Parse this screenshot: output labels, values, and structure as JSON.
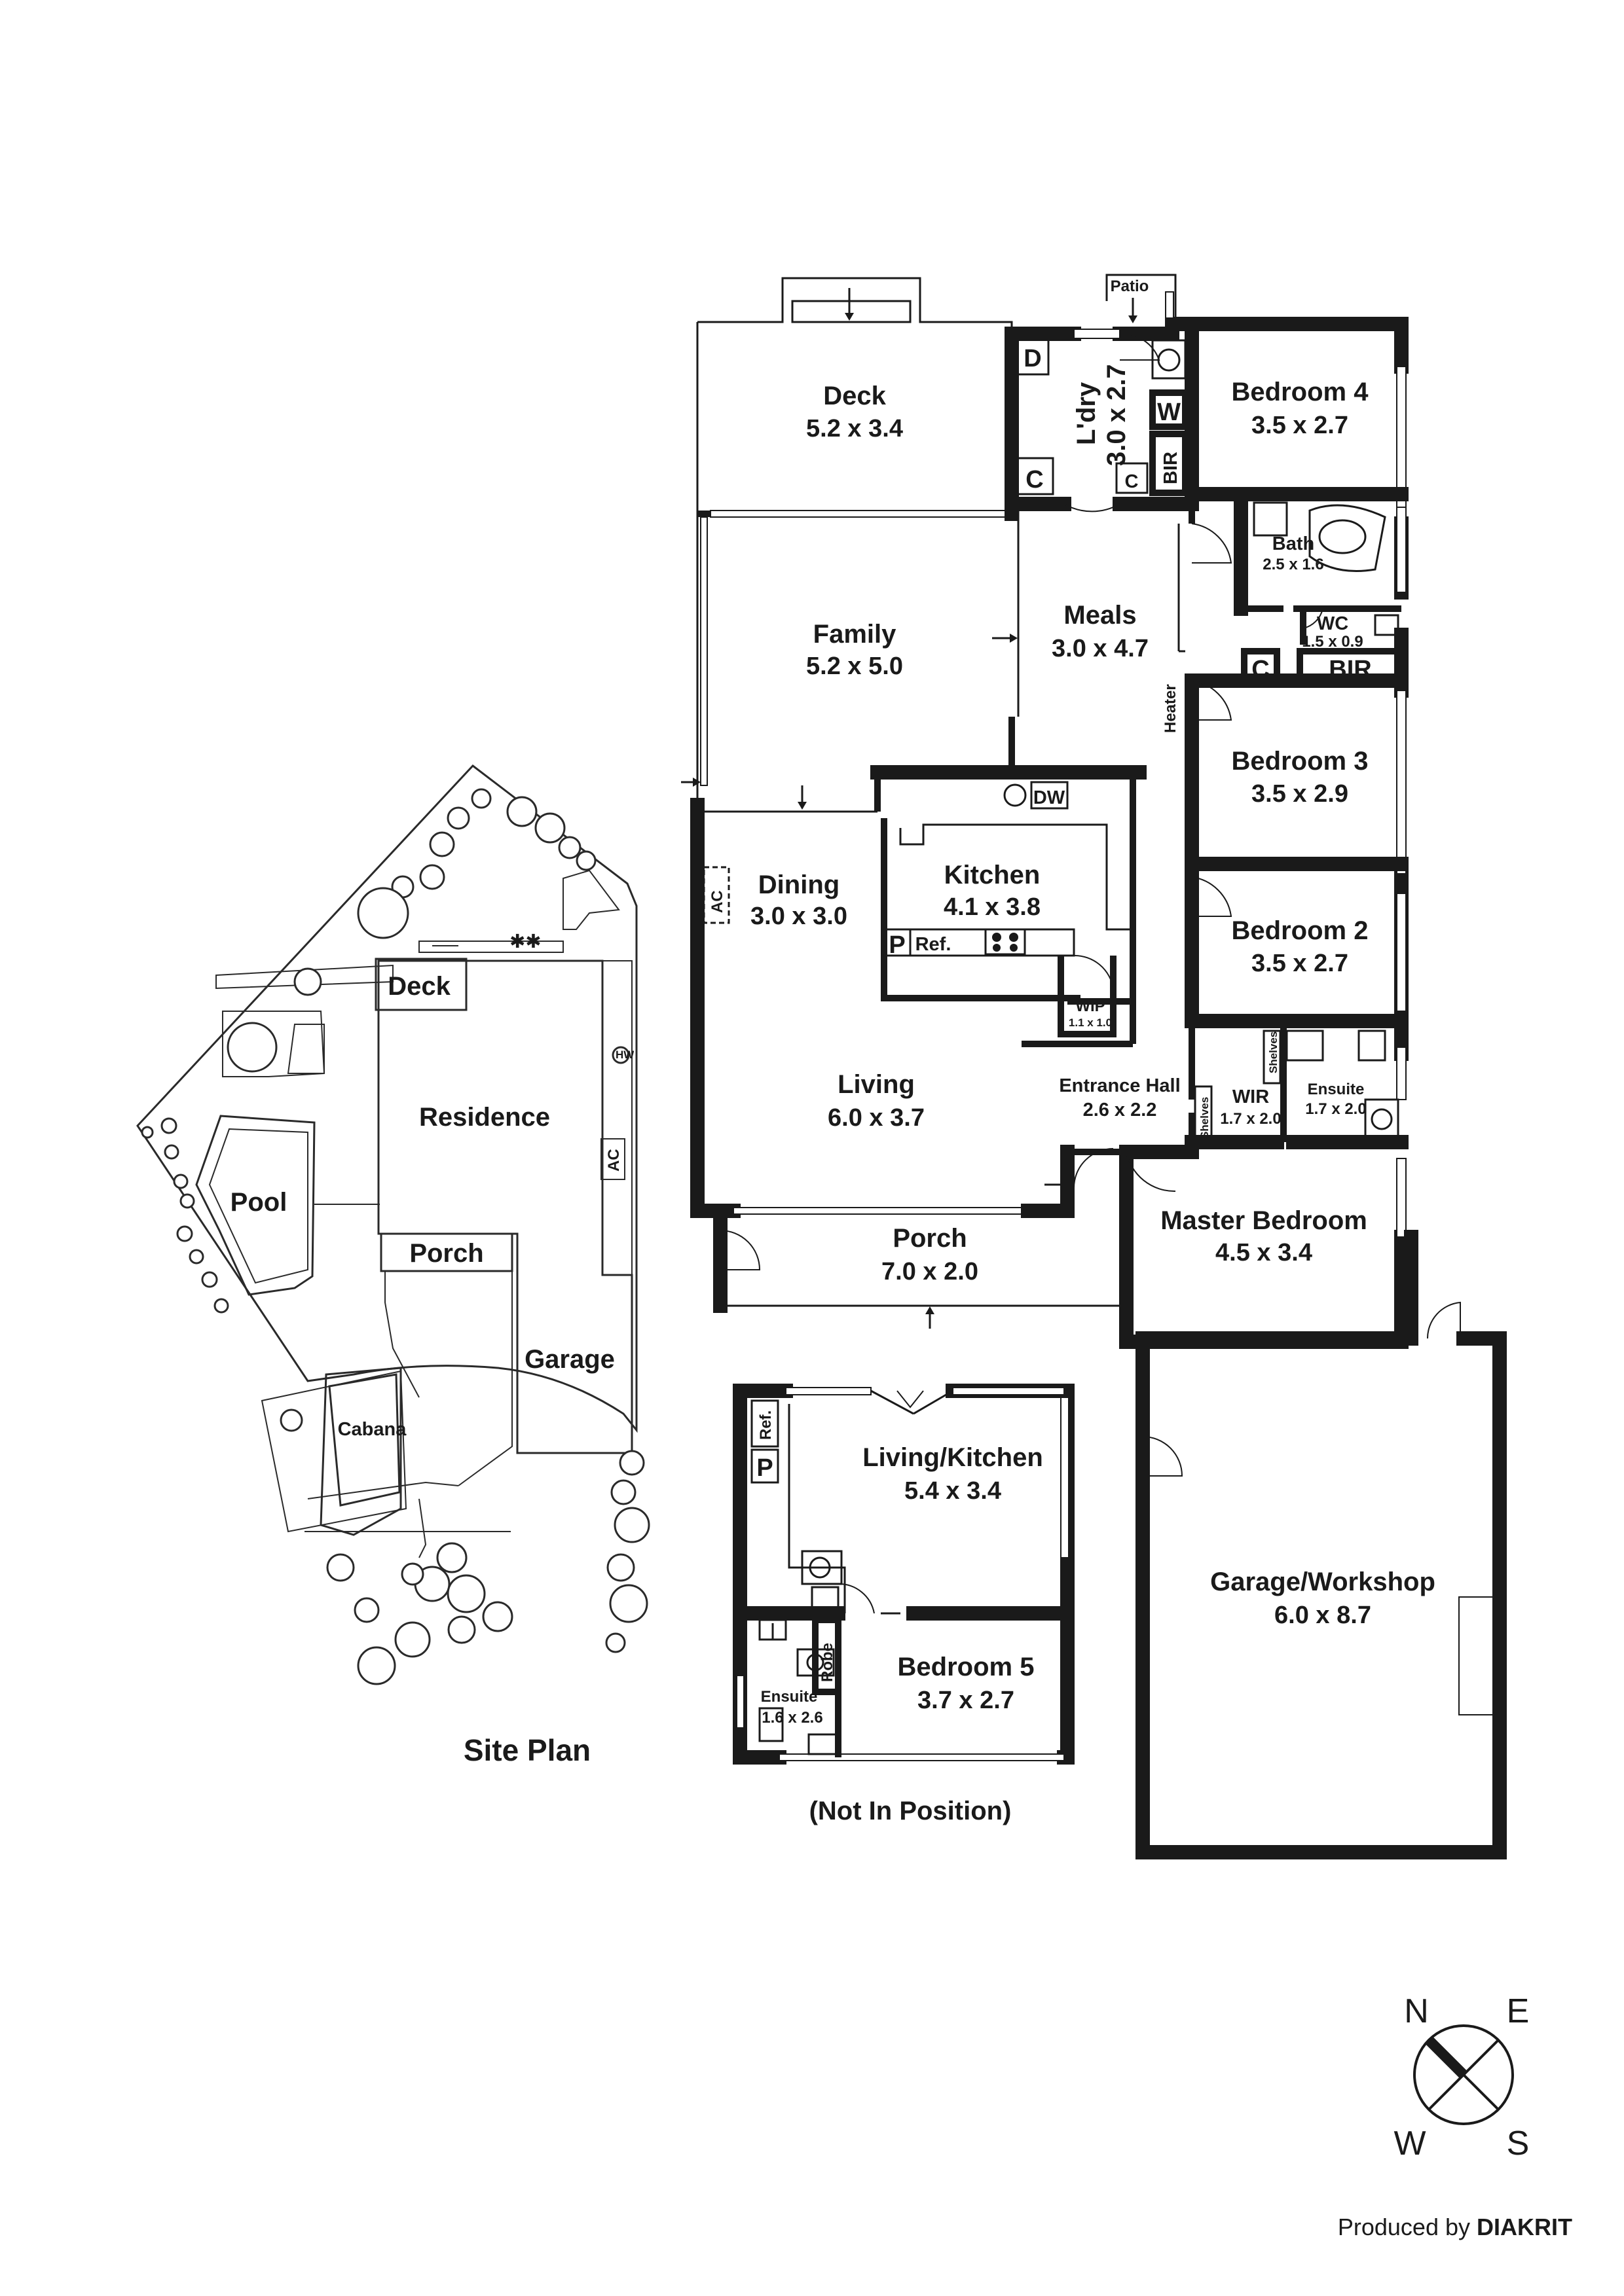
{
  "site_plan": {
    "title": "Site Plan",
    "labels": {
      "deck": "Deck",
      "residence": "Residence",
      "pool": "Pool",
      "porch": "Porch",
      "garage": "Garage",
      "cabana": "Cabana",
      "hw": "HW",
      "ac": "AC"
    }
  },
  "main_house": {
    "patio": "Patio",
    "rooms": {
      "deck": {
        "name": "Deck",
        "size": "5.2 x 3.4"
      },
      "laundry": {
        "name": "L'dry",
        "size": "3.0 x 2.7"
      },
      "bedroom4": {
        "name": "Bedroom 4",
        "size": "3.5 x 2.7"
      },
      "bath": {
        "name": "Bath",
        "size": "2.5 x 1.6"
      },
      "wc": {
        "name": "WC",
        "size": "1.5 x 0.9"
      },
      "family": {
        "name": "Family",
        "size": "5.2 x 5.0"
      },
      "meals": {
        "name": "Meals",
        "size": "3.0 x 4.7"
      },
      "bedroom3": {
        "name": "Bedroom 3",
        "size": "3.5 x 2.9"
      },
      "dining": {
        "name": "Dining",
        "size": "3.0 x 3.0"
      },
      "kitchen": {
        "name": "Kitchen",
        "size": "4.1 x 3.8"
      },
      "bedroom2": {
        "name": "Bedroom 2",
        "size": "3.5 x 2.7"
      },
      "wip": {
        "name": "WIP",
        "size": "1.1 x 1.0"
      },
      "living": {
        "name": "Living",
        "size": "6.0 x 3.7"
      },
      "entrance_hall": {
        "name": "Entrance Hall",
        "size": "2.6 x 2.2"
      },
      "wir": {
        "name": "WIR",
        "size": "1.7 x 2.0"
      },
      "ensuite": {
        "name": "Ensuite",
        "size": "1.7 x 2.0"
      },
      "master_bedroom": {
        "name": "Master Bedroom",
        "size": "4.5 x 3.4"
      },
      "porch": {
        "name": "Porch",
        "size": "7.0 x 2.0"
      },
      "garage_workshop": {
        "name": "Garage/Workshop",
        "size": "6.0 x 8.7"
      }
    },
    "fixtures": {
      "d": "D",
      "c": "C",
      "w": "W",
      "bir": "BIR",
      "heater": "Heater",
      "dw": "DW",
      "ac": "AC",
      "p": "P",
      "ref": "Ref.",
      "shelves": "Shelves"
    }
  },
  "cabana_unit": {
    "note": "(Not In Position)",
    "rooms": {
      "living_kitchen": {
        "name": "Living/Kitchen",
        "size": "5.4 x 3.4"
      },
      "bedroom5": {
        "name": "Bedroom 5",
        "size": "3.7 x 2.7"
      },
      "ensuite": {
        "name": "Ensuite",
        "size": "1.6 x 2.6"
      }
    },
    "fixtures": {
      "ref": "Ref.",
      "p": "P",
      "robe": "Robe"
    }
  },
  "compass": {
    "n": "N",
    "e": "E",
    "w": "W",
    "s": "S"
  },
  "credit": {
    "prefix": "Produced by",
    "brand": "DIAKRIT"
  }
}
